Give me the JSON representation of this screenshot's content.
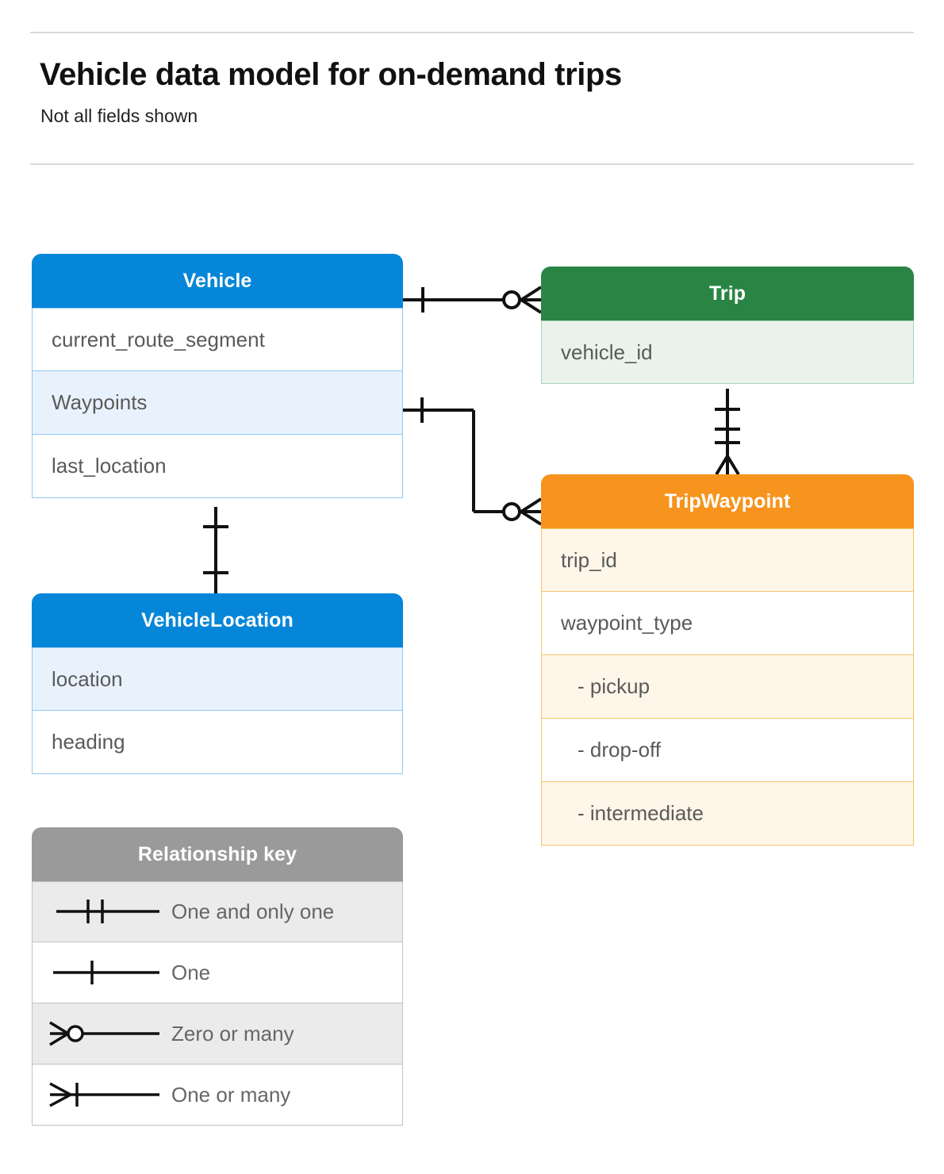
{
  "header": {
    "title": "Vehicle data model for on-demand trips",
    "subtitle": "Not all fields shown"
  },
  "entities": [
    {
      "id": "vehicle",
      "name": "Vehicle",
      "color": "#0686d8",
      "rows": [
        {
          "label": "current_route_segment",
          "highlight": false
        },
        {
          "label": "Waypoints",
          "highlight": true
        },
        {
          "label": "last_location",
          "highlight": false
        }
      ]
    },
    {
      "id": "trip",
      "name": "Trip",
      "color": "#2a8544",
      "rows": [
        {
          "label": "vehicle_id",
          "highlight": true
        }
      ]
    },
    {
      "id": "tripwaypoint",
      "name": "TripWaypoint",
      "color": "#f6941e",
      "rows": [
        {
          "label": "trip_id",
          "highlight": true
        },
        {
          "label": "waypoint_type",
          "highlight": false
        },
        {
          "label": "- pickup",
          "highlight": true
        },
        {
          "label": "- drop-off",
          "highlight": false
        },
        {
          "label": "- intermediate",
          "highlight": true
        }
      ]
    },
    {
      "id": "vehiclelocation",
      "name": "VehicleLocation",
      "color": "#0686d8",
      "rows": [
        {
          "label": "location",
          "highlight": true
        },
        {
          "label": "heading",
          "highlight": false
        }
      ]
    }
  ],
  "legend": {
    "title": "Relationship key",
    "color": "#9a9a9a",
    "items": [
      {
        "symbol": "one-and-only-one",
        "label": "One and only one"
      },
      {
        "symbol": "one",
        "label": "One"
      },
      {
        "symbol": "zero-or-many",
        "label": "Zero or many"
      },
      {
        "symbol": "one-or-many",
        "label": "One or many"
      }
    ]
  },
  "relationships": [
    {
      "from": "Vehicle",
      "from_cardinality": "One",
      "to": "Trip",
      "to_cardinality": "Zero or many"
    },
    {
      "from": "Vehicle.Waypoints",
      "from_cardinality": "One",
      "to": "TripWaypoint",
      "to_cardinality": "Zero or many"
    },
    {
      "from": "Trip",
      "from_cardinality": "One and only one",
      "to": "TripWaypoint",
      "to_cardinality": "One or many"
    },
    {
      "from": "Vehicle",
      "from_cardinality": "One",
      "to": "VehicleLocation",
      "to_cardinality": "One"
    }
  ]
}
